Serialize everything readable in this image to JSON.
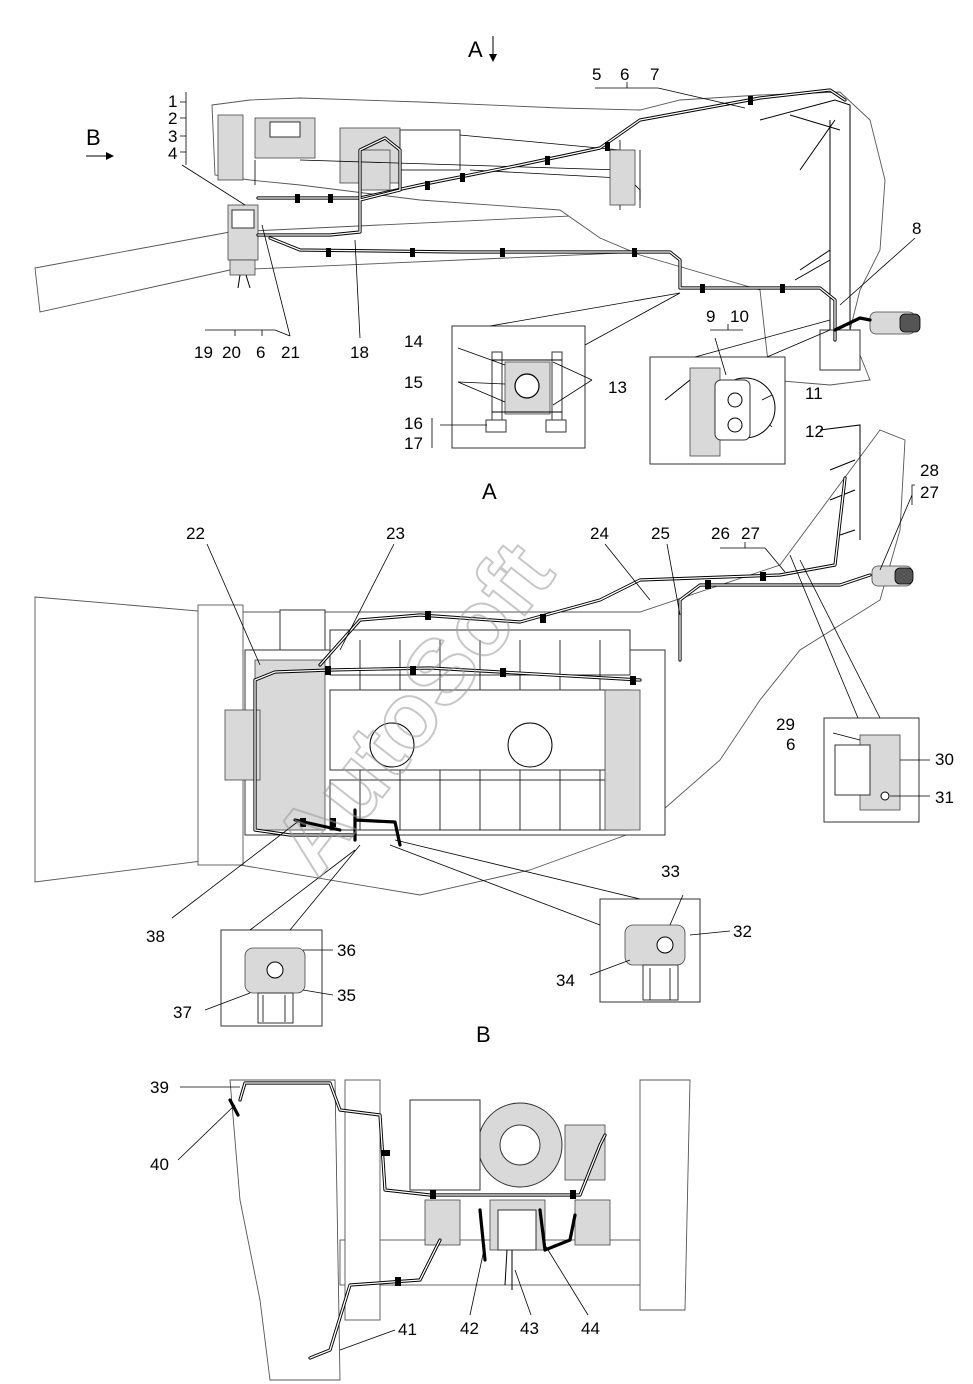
{
  "view_titles": {
    "a": "A",
    "b": "B"
  },
  "arrow_labels": {
    "a": "A",
    "b": "B"
  },
  "watermark": "AutoSoft",
  "callouts": {
    "c1": "1",
    "c2": "2",
    "c3": "3",
    "c4": "4",
    "c5": "5",
    "c6": "6",
    "c7": "7",
    "c8": "8",
    "c9": "9",
    "c10": "10",
    "c11": "11",
    "c12": "12",
    "c13": "13",
    "c14": "14",
    "c15": "15",
    "c16": "16",
    "c17": "17",
    "c18": "18",
    "c19": "19",
    "c20": "20",
    "c21": "21",
    "c22": "22",
    "c23": "23",
    "c24": "24",
    "c25": "25",
    "c26": "26",
    "c27": "27",
    "c28": "28",
    "c29": "29",
    "c30": "30",
    "c31": "31",
    "c32": "32",
    "c33": "33",
    "c34": "34",
    "c35": "35",
    "c36": "36",
    "c37": "37",
    "c38": "38",
    "c39": "39",
    "c40": "40",
    "c41": "41",
    "c42": "42",
    "c43": "43",
    "c44": "44"
  }
}
